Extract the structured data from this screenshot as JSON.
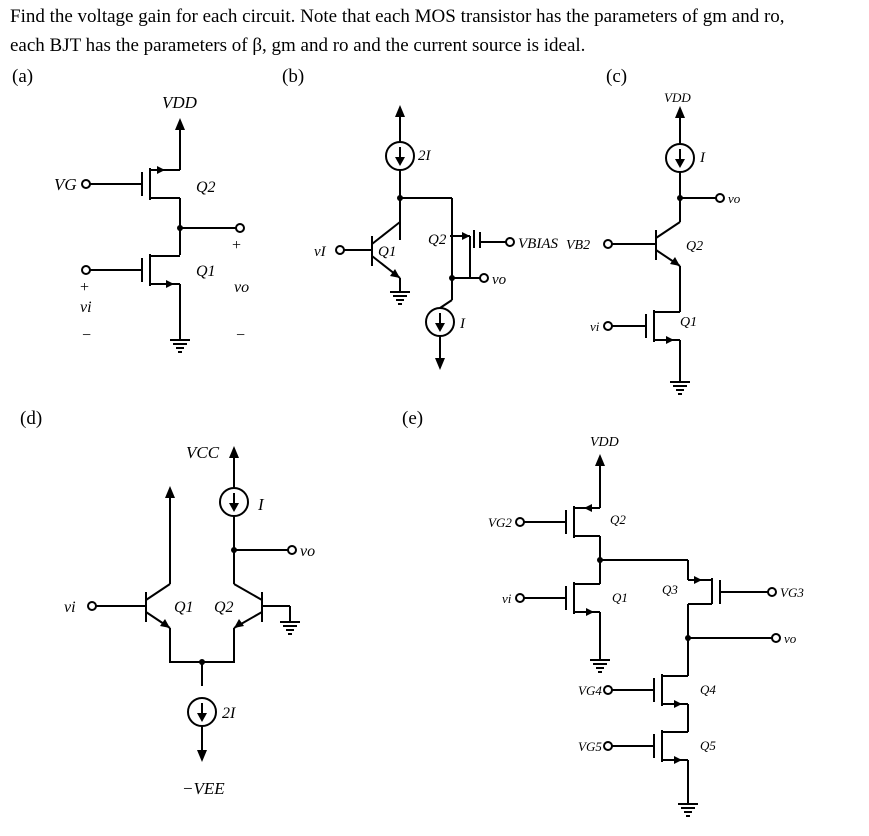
{
  "problem": {
    "line1": "Find the voltage gain for each circuit. Note that each MOS transistor has the parameters of gm and ro,",
    "line2": "each BJT has the parameters of β, gm and ro and the current source is ideal."
  },
  "parts": {
    "a": "(a)",
    "b": "(b)",
    "c": "(c)",
    "d": "(d)",
    "e": "(e)"
  },
  "circuit_a": {
    "vdd": "VDD",
    "vg": "VG",
    "q2": "Q2",
    "q1": "Q1",
    "vi": "vi",
    "vo": "vo",
    "plus": "+",
    "minus": "−"
  },
  "circuit_b": {
    "src_top": "2I",
    "src_bot": "I",
    "vi": "vI",
    "q1": "Q1",
    "q2": "Q2",
    "vbias": "VBIAS",
    "vo": "vo"
  },
  "circuit_c": {
    "vdd": "VDD",
    "src": "I",
    "vo": "vo",
    "vb2": "VB2",
    "q2": "Q2",
    "vi": "vi",
    "q1": "Q1"
  },
  "circuit_d": {
    "vcc": "VCC",
    "src_top": "I",
    "vo": "vo",
    "vi": "vi",
    "q1": "Q1",
    "q2": "Q2",
    "src_bot": "2I",
    "vee": "−VEE"
  },
  "circuit_e": {
    "vdd": "VDD",
    "vg2": "VG2",
    "q2": "Q2",
    "vi": "vi",
    "q1": "Q1",
    "q3": "Q3",
    "vg3": "VG3",
    "vo": "vo",
    "vg4": "VG4",
    "q4": "Q4",
    "vg5": "VG5",
    "q5": "Q5"
  }
}
